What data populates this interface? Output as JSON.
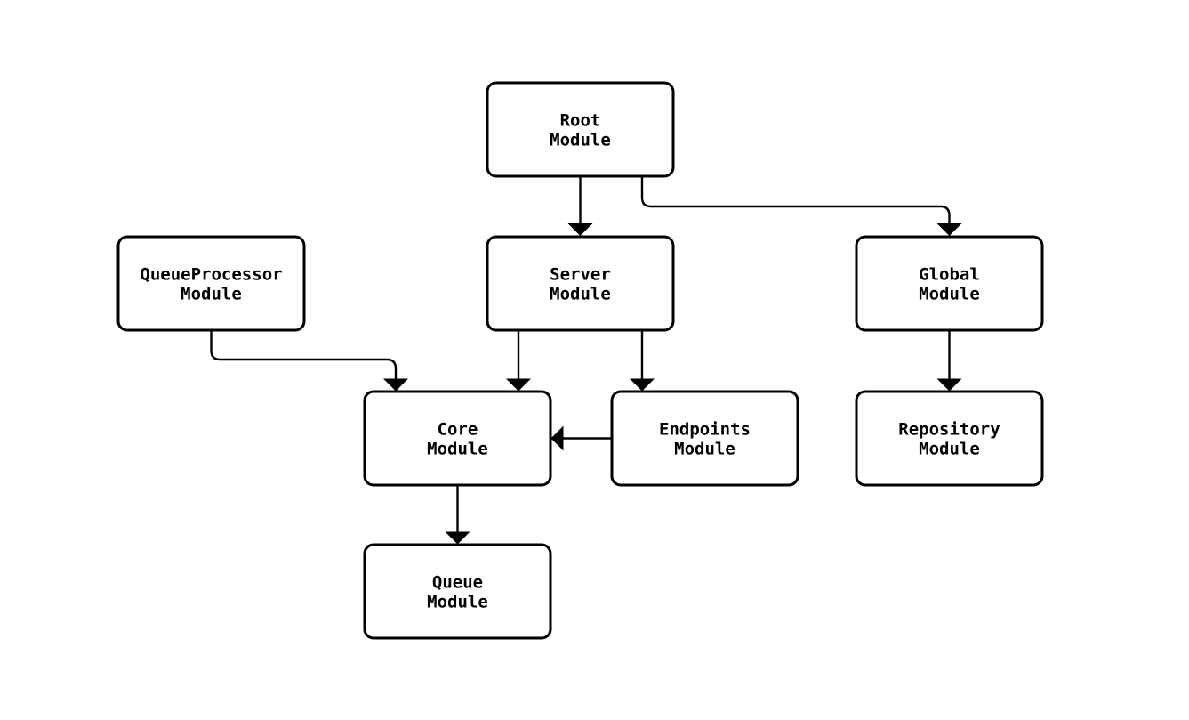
{
  "diagram": {
    "type": "flowchart",
    "orientation": "top-down",
    "background_color": "#ffffff",
    "node_fill_color": "#ffffff",
    "node_border_color": "#000000",
    "edge_color": "#000000",
    "text_color": "#000000",
    "nodes": [
      {
        "id": "root",
        "line1": "Root",
        "line2": "Module"
      },
      {
        "id": "queueprocessor",
        "line1": "QueueProcessor",
        "line2": "Module"
      },
      {
        "id": "server",
        "line1": "Server",
        "line2": "Module"
      },
      {
        "id": "global",
        "line1": "Global",
        "line2": "Module"
      },
      {
        "id": "core",
        "line1": "Core",
        "line2": "Module"
      },
      {
        "id": "endpoints",
        "line1": "Endpoints",
        "line2": "Module"
      },
      {
        "id": "repository",
        "line1": "Repository",
        "line2": "Module"
      },
      {
        "id": "queue",
        "line1": "Queue",
        "line2": "Module"
      }
    ],
    "edges": [
      {
        "from": "Root Module",
        "to": "Server Module"
      },
      {
        "from": "Root Module",
        "to": "Global Module"
      },
      {
        "from": "QueueProcessor Module",
        "to": "Core Module"
      },
      {
        "from": "Server Module",
        "to": "Core Module"
      },
      {
        "from": "Server Module",
        "to": "Endpoints Module"
      },
      {
        "from": "Endpoints Module",
        "to": "Core Module"
      },
      {
        "from": "Global Module",
        "to": "Repository Module"
      },
      {
        "from": "Core Module",
        "to": "Queue Module"
      }
    ]
  }
}
